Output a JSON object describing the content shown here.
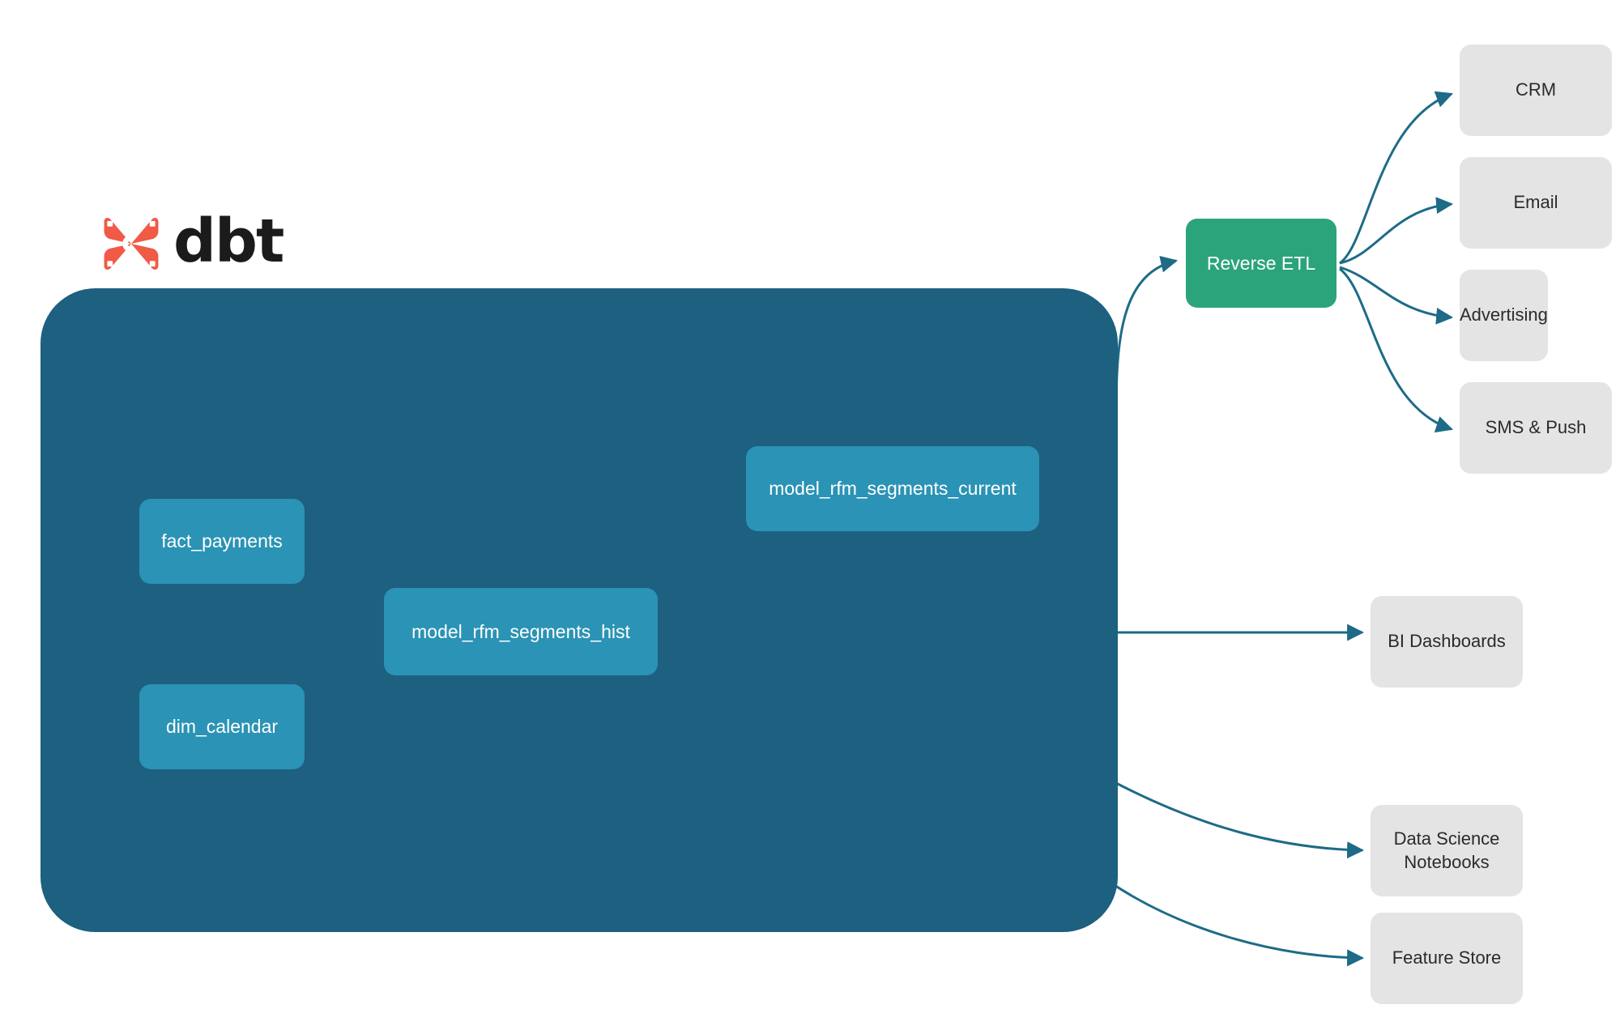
{
  "brand": {
    "logo_icon": "dbt-logo-icon",
    "wordmark": "dbt",
    "logo_color": "#f05a46",
    "wordmark_color": "#1b1b1b"
  },
  "container": {
    "name": "dbt-project-container",
    "color": "#1d6080"
  },
  "colors": {
    "model_node": "#2b93b5",
    "etl_node": "#2ba47c",
    "sink_node": "#e4e4e4",
    "edge_outside": "#1d6b87",
    "edge_inside": "#3aa3c0",
    "model_text": "#ffffff",
    "sink_text": "#2b2b2b"
  },
  "nodes": {
    "fact_payments": "fact_payments",
    "dim_calendar": "dim_calendar",
    "rfm_hist": "model_rfm_segments_hist",
    "rfm_current": "model_rfm_segments_current",
    "reverse_etl": "Reverse ETL",
    "crm": "CRM",
    "email": "Email",
    "advertising": "Advertising",
    "sms_push": "SMS & Push",
    "bi_dashboards": "BI Dashboards",
    "ds_notebooks_line1": "Data Science",
    "ds_notebooks_line2": "Notebooks",
    "feature_store": "Feature Store"
  },
  "chart_data": {
    "type": "diagram",
    "title": "",
    "layout": "left-to-right dependency graph",
    "groups": [
      {
        "id": "dbt-project",
        "label": "dbt",
        "style": "rounded dark teal container",
        "members": [
          "fact_payments",
          "dim_calendar",
          "model_rfm_segments_hist",
          "model_rfm_segments_current"
        ]
      }
    ],
    "node_list": [
      {
        "id": "fact_payments",
        "label": "fact_payments",
        "kind": "source-model",
        "group": "dbt-project"
      },
      {
        "id": "dim_calendar",
        "label": "dim_calendar",
        "kind": "source-model",
        "group": "dbt-project"
      },
      {
        "id": "model_rfm_segments_hist",
        "label": "model_rfm_segments_hist",
        "kind": "model",
        "group": "dbt-project"
      },
      {
        "id": "model_rfm_segments_current",
        "label": "model_rfm_segments_current",
        "kind": "model",
        "group": "dbt-project"
      },
      {
        "id": "reverse_etl",
        "label": "Reverse ETL",
        "kind": "service"
      },
      {
        "id": "crm",
        "label": "CRM",
        "kind": "destination"
      },
      {
        "id": "email",
        "label": "Email",
        "kind": "destination"
      },
      {
        "id": "advertising",
        "label": "Advertising",
        "kind": "destination"
      },
      {
        "id": "sms_push",
        "label": "SMS & Push",
        "kind": "destination"
      },
      {
        "id": "bi_dashboards",
        "label": "BI Dashboards",
        "kind": "destination"
      },
      {
        "id": "ds_notebooks",
        "label": "Data Science Notebooks",
        "kind": "destination"
      },
      {
        "id": "feature_store",
        "label": "Feature Store",
        "kind": "destination"
      }
    ],
    "edges": [
      {
        "from": "fact_payments",
        "to": "model_rfm_segments_hist",
        "arrow": true
      },
      {
        "from": "dim_calendar",
        "to": "model_rfm_segments_hist",
        "arrow": true
      },
      {
        "from": "model_rfm_segments_hist",
        "to": "model_rfm_segments_current",
        "arrow": true
      },
      {
        "from": "model_rfm_segments_current",
        "to": "reverse_etl",
        "arrow": true
      },
      {
        "from": "reverse_etl",
        "to": "crm",
        "arrow": true
      },
      {
        "from": "reverse_etl",
        "to": "email",
        "arrow": true
      },
      {
        "from": "reverse_etl",
        "to": "advertising",
        "arrow": true
      },
      {
        "from": "reverse_etl",
        "to": "sms_push",
        "arrow": true
      },
      {
        "from": "model_rfm_segments_hist",
        "to": "bi_dashboards",
        "arrow": true
      },
      {
        "from": "model_rfm_segments_hist",
        "to": "ds_notebooks",
        "arrow": true
      },
      {
        "from": "model_rfm_segments_hist",
        "to": "feature_store",
        "arrow": true
      }
    ]
  }
}
